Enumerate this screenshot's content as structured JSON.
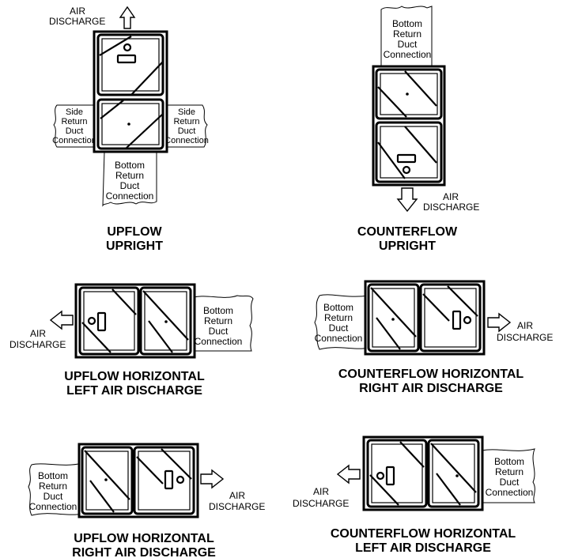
{
  "captions": {
    "upflow_upright": [
      "UPFLOW",
      "UPRIGHT"
    ],
    "counterflow_upright": [
      "COUNTERFLOW",
      "UPRIGHT"
    ],
    "upflow_horizontal_left": [
      "UPFLOW HORIZONTAL",
      "LEFT AIR DISCHARGE"
    ],
    "counterflow_horizontal_right": [
      "COUNTERFLOW HORIZONTAL",
      "RIGHT AIR DISCHARGE"
    ],
    "upflow_horizontal_right": [
      "UPFLOW HORIZONTAL",
      "RIGHT AIR DISCHARGE"
    ],
    "counterflow_horizontal_left": [
      "COUNTERFLOW HORIZONTAL",
      "LEFT AIR DISCHARGE"
    ]
  },
  "labels": {
    "air_discharge": [
      "AIR",
      "DISCHARGE"
    ],
    "bottom_return": [
      "Bottom",
      "Return",
      "Duct",
      "Connection"
    ],
    "side_return": [
      "Side",
      "Return",
      "Duct",
      "Connection"
    ]
  }
}
